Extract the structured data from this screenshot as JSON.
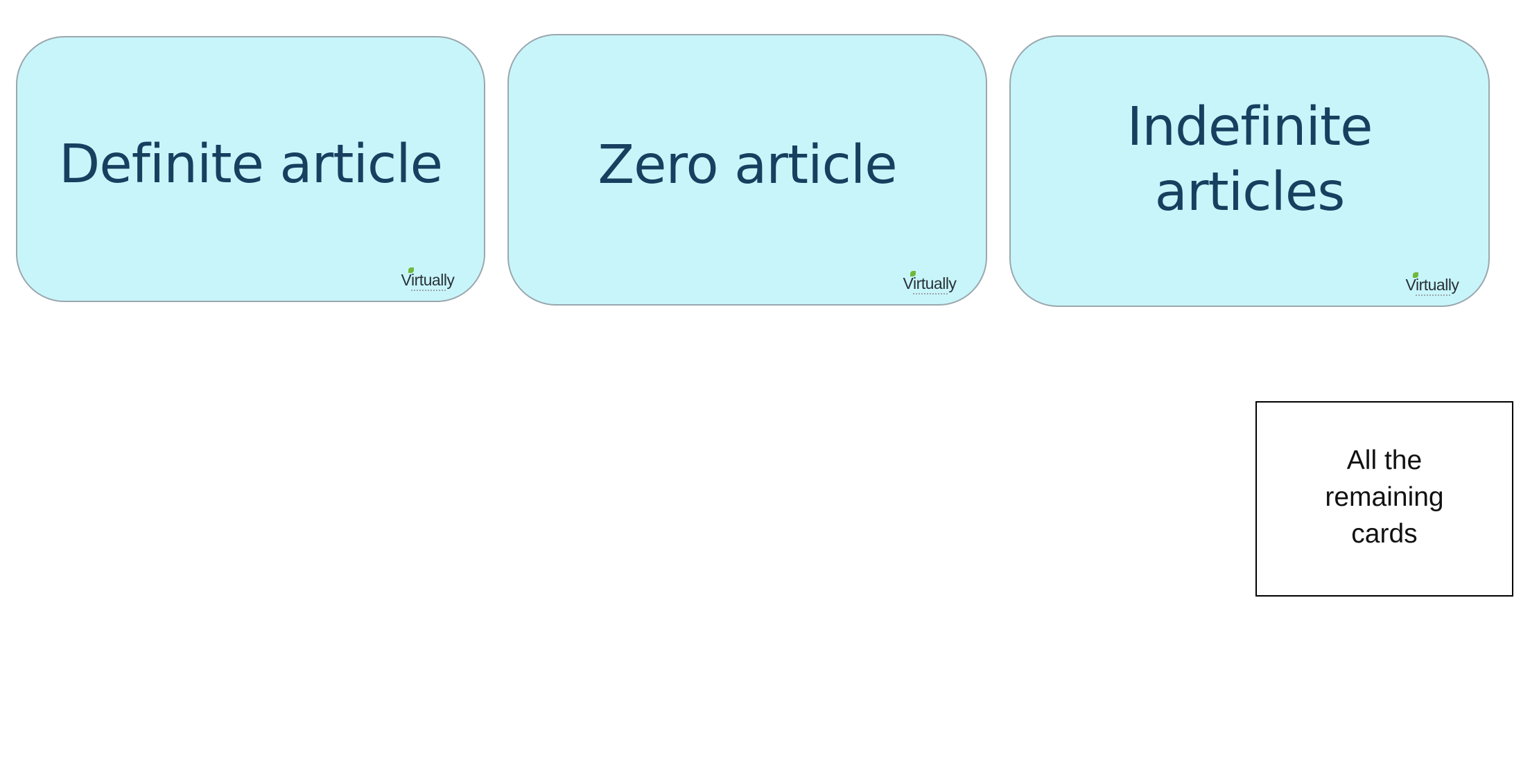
{
  "cards": [
    {
      "id": "definite",
      "title": "Definite article",
      "logo": "Virtually"
    },
    {
      "id": "zero",
      "title": "Zero article",
      "logo": "Virtually"
    },
    {
      "id": "indefinite",
      "title": "Indefinite\narticles",
      "logo": "Virtually"
    }
  ],
  "remaining": {
    "label": "All the\nremaining\ncards"
  },
  "colors": {
    "card_fill": "#c8f5fa",
    "card_border": "#9aa7ad",
    "title_text": "#173f5f",
    "logo_leaf": "#6fb93a"
  }
}
